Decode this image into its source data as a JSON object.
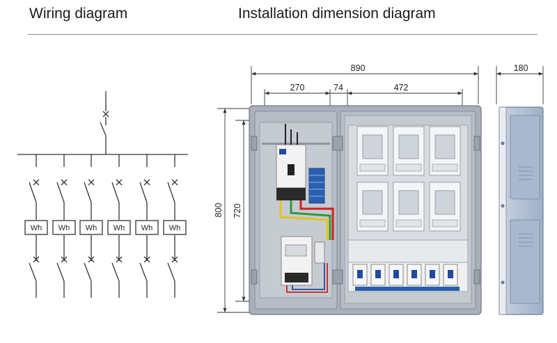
{
  "headings": {
    "wiring": "Wiring diagram",
    "installation": "Installation dimension diagram"
  },
  "wiring": {
    "meter_label": "Wh",
    "meter_count": 6
  },
  "dimensions": {
    "total_width": "890",
    "left_section": "270",
    "gap": "74",
    "right_section": "472",
    "depth": "180",
    "total_height": "800",
    "inner_height": "720"
  },
  "colors": {
    "enclosure": "#a9b0ba",
    "enclosure_inner": "#c3c8cf",
    "side_body": "#aebdd1",
    "breaker": "#f2f2f2",
    "terminal_blue": "#2a5fb0",
    "wire_yellow": "#e8c21a",
    "wire_green": "#2f9a3a",
    "wire_red": "#d21f1f"
  }
}
